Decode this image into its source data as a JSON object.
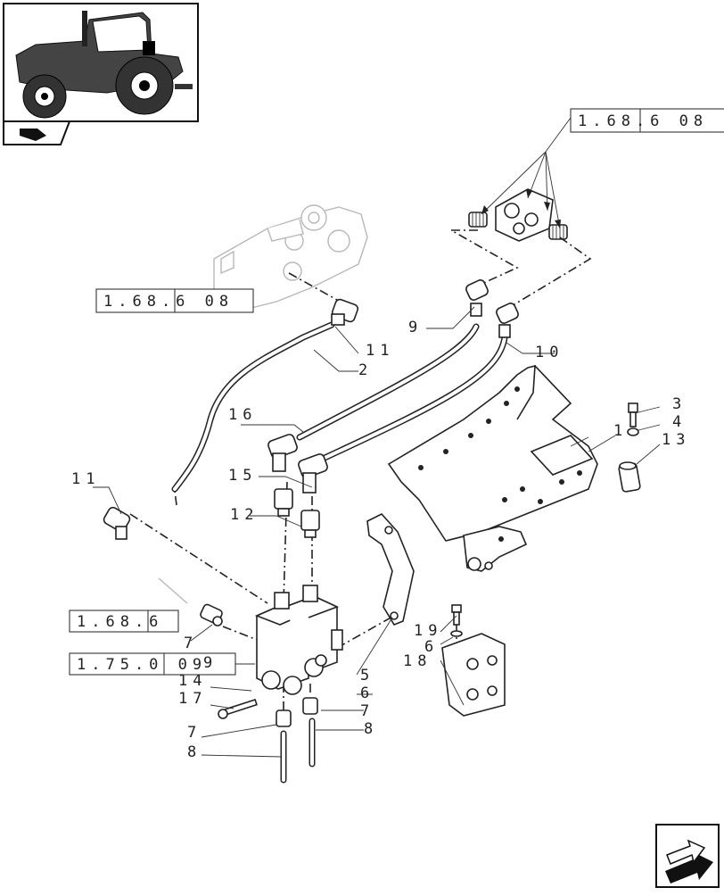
{
  "refs": {
    "top_right": "1.68.6 08",
    "left_upper": "1.68.6 08",
    "left_mid": "1.68.6",
    "left_low": "1.75.0 09"
  },
  "callouts": {
    "c3": "3",
    "c4": "4",
    "c1": "1",
    "c13": "13",
    "c9": "9",
    "c10": "10",
    "c11a": "11",
    "c2": "2",
    "c16": "16",
    "c15": "15",
    "c12": "12",
    "c11b": "11",
    "c7a": "7",
    "c9b": "9",
    "c14": "14",
    "c17": "17",
    "c7b": "7",
    "c8a": "8",
    "c5": "5",
    "c6a": "6",
    "c7c": "7",
    "c8b": "8",
    "c19": "19",
    "c6b": "6",
    "c18": "18"
  },
  "icons": {
    "thumbnail": "tractor-thumbnail-icon",
    "section": "hydraulic-section-icon",
    "next_page": "next-page-arrow-icon"
  }
}
